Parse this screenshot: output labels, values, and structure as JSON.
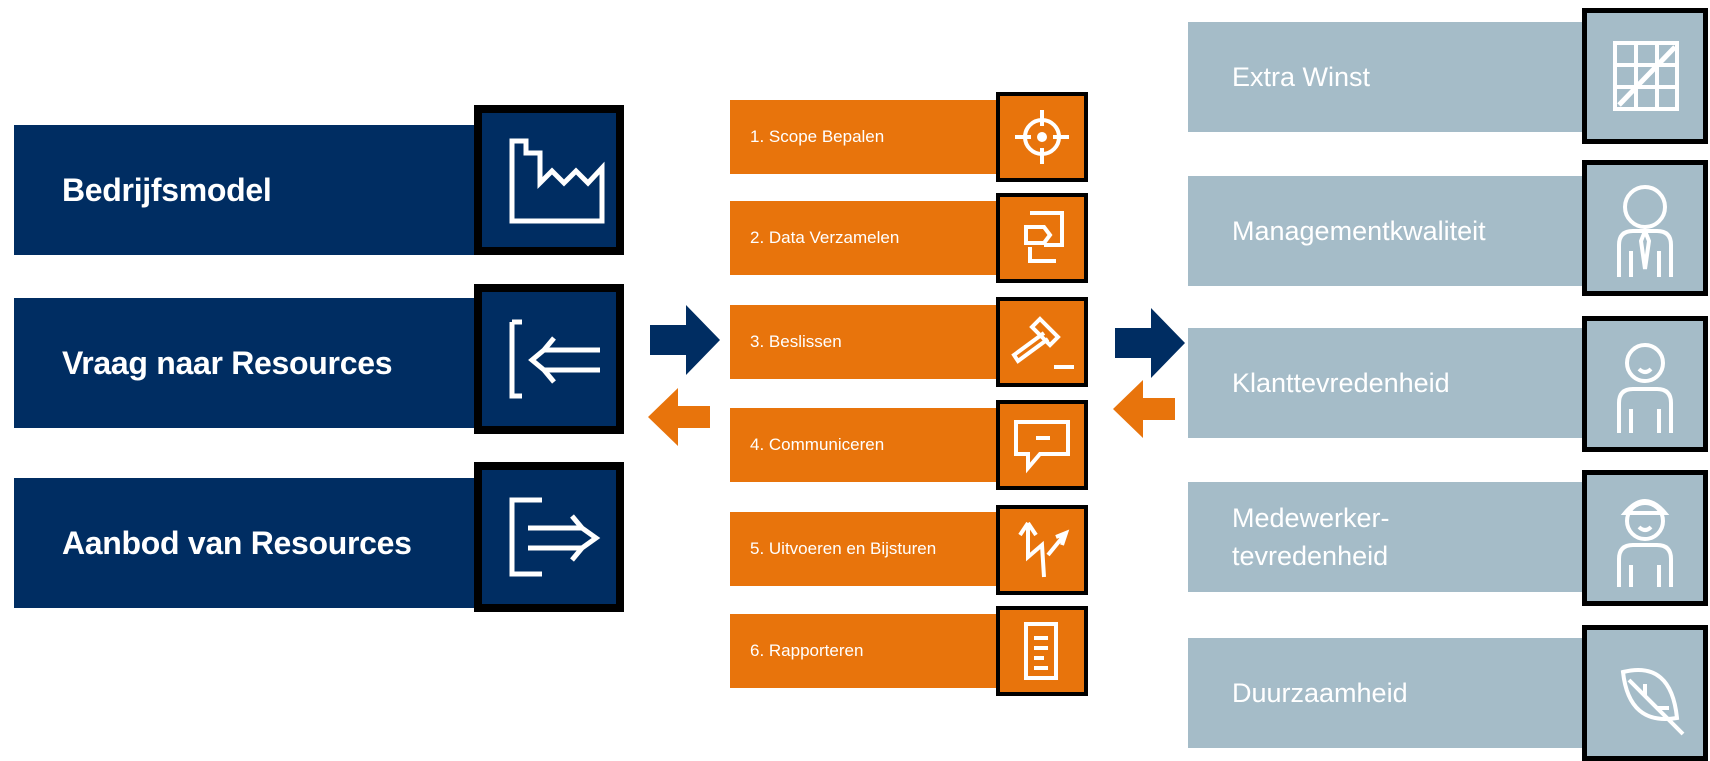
{
  "colors": {
    "navy": "#002d62",
    "orange": "#e8740c",
    "greyblue": "#a5bcc8",
    "white": "#ffffff",
    "black": "#000000"
  },
  "inputs": [
    {
      "label": "Bedrijfsmodel",
      "icon": "factory-icon"
    },
    {
      "label": "Vraag naar Resources",
      "icon": "arrow-in-icon"
    },
    {
      "label": "Aanbod van Resources",
      "icon": "arrow-out-icon"
    }
  ],
  "steps": [
    {
      "label": "1. Scope Bepalen",
      "icon": "crosshair-icon"
    },
    {
      "label": "2. Data Verzamelen",
      "icon": "data-input-icon"
    },
    {
      "label": "3. Beslissen",
      "icon": "gavel-icon"
    },
    {
      "label": "4. Communiceren",
      "icon": "speech-bubble-icon"
    },
    {
      "label": "5. Uitvoeren en Bijsturen",
      "icon": "direction-arrows-icon"
    },
    {
      "label": "6. Rapporteren",
      "icon": "document-icon"
    }
  ],
  "results": [
    {
      "label": "Extra Winst",
      "icon": "growth-chart-icon"
    },
    {
      "label": "Managementkwaliteit",
      "icon": "manager-icon"
    },
    {
      "label": "Klanttevredenheid",
      "icon": "customer-icon"
    },
    {
      "label": "Medewerker-\ntevredenheid",
      "icon": "employee-icon"
    },
    {
      "label": "Duurzaamheid",
      "icon": "leaf-icon"
    }
  ],
  "connectors": [
    {
      "direction": "forward",
      "color": "#002d62"
    },
    {
      "direction": "backward",
      "color": "#e8740c"
    }
  ]
}
